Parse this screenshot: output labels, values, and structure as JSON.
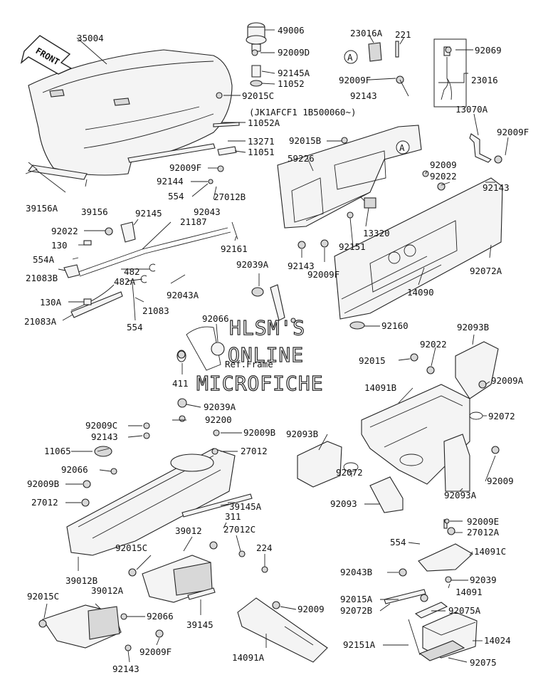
{
  "diagram": {
    "front_label": "FRONT",
    "serial_note": "(JK1AFCF1 1B500060~)",
    "ref_frame": "Ref.Frame",
    "callout_marker": "A",
    "watermark": [
      "HLSM'S",
      "ONLINE",
      "MICROFICHE"
    ],
    "part_labels": {
      "p35004": "35004",
      "p49006": "49006",
      "p23016A": "23016A",
      "p221": "221",
      "p92069": "92069",
      "p92009D": "92009D",
      "p92145A": "92145A",
      "p11052": "11052",
      "p92009F_a": "92009F",
      "p23016": "23016",
      "p92143_a": "92143",
      "p92015C_a": "92015C",
      "p11052A": "11052A",
      "p13070A": "13070A",
      "p92015B": "92015B",
      "p92009F_b": "92009F",
      "p13271": "13271",
      "p11051": "11051",
      "p59226": "59226",
      "p92009_a": "92009",
      "p92009F_c": "92009F",
      "p92022_a": "92022",
      "p92144": "92144",
      "p92143_b": "92143",
      "p554_a": "554",
      "p27012B": "27012B",
      "p39156A": "39156A",
      "p39156": "39156",
      "p92043": "92043",
      "p92145": "92145",
      "p21187": "21187",
      "p92022_b": "92022",
      "p92161": "92161",
      "p13320": "13320",
      "p130": "130",
      "p554A": "554A",
      "p92151": "92151",
      "p92072A": "92072A",
      "p21083B": "21083B",
      "p482": "482",
      "p482A": "482A",
      "p92143_c": "92143",
      "p92009F_d": "92009F",
      "p92039A": "92039A",
      "p92043A": "92043A",
      "p14090": "14090",
      "p130A": "130A",
      "p21083": "21083",
      "p21083A": "21083A",
      "p554_b": "554",
      "p92066_a": "92066",
      "p92160": "92160",
      "p92093B_a": "92093B",
      "p92022_c": "92022",
      "p92015": "92015",
      "p411": "411",
      "p14091B": "14091B",
      "p92009A": "92009A",
      "p92039A_b": "92039A",
      "p92072_a": "92072",
      "p92009C": "92009C",
      "p92200": "92200",
      "p92143_d": "92143",
      "p92009B_a": "92009B",
      "p92093B_b": "92093B",
      "p11065": "11065",
      "p27012_a": "27012",
      "p92066_b": "92066",
      "p92009_b": "92009",
      "p92072_b": "92072",
      "p92093A": "92093A",
      "p92009B_b": "92009B",
      "p92093": "92093",
      "p27012_b": "27012",
      "p39145A": "39145A",
      "p311": "311",
      "p92009E": "92009E",
      "p39012": "39012",
      "p27012C": "27012C",
      "p27012A": "27012A",
      "p554_c": "554",
      "p14091C": "14091C",
      "p92015C_b": "92015C",
      "p224": "224",
      "p92043B": "92043B",
      "p92039_b": "92039",
      "p39012B": "39012B",
      "p14091": "14091",
      "p92015C_c": "92015C",
      "p39012A": "39012A",
      "p92015A": "92015A",
      "p92009_c": "92009",
      "p92066_c": "92066",
      "p92072B": "92072B",
      "p92075A": "92075A",
      "p39145": "39145",
      "p14024": "14024",
      "p92151A": "92151A",
      "p92009F_e": "92009F",
      "p14091A": "14091A",
      "p92143_e": "92143",
      "p92075": "92075"
    }
  }
}
